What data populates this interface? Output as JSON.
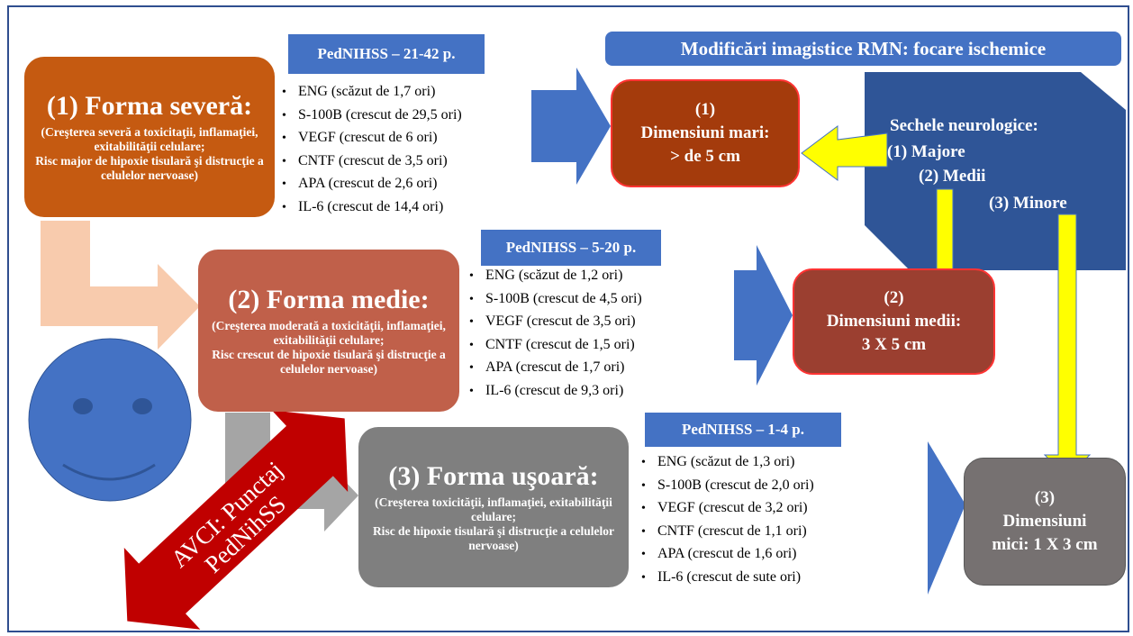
{
  "imaging_header": "Modificări imagistice RMN: focare ischemice",
  "severe": {
    "badge": "PedNIHSS – 21-42 p.",
    "title": "(1) Forma severă:",
    "desc": "(Creşterea severă a toxicitaţii, inflamaţiei, exitabilităţii celulare;\nRisc major de hipoxie tisulară şi distrucţie a celulelor nervoase)",
    "markers": [
      "ENG (scăzut de 1,7 ori)",
      "S-100B (crescut de 29,5 ori)",
      "VEGF (crescut de 6 ori)",
      "CNTF (crescut de 3,5 ori)",
      "APA (crescut de 2,6 ori)",
      "IL-6 (crescut de 14,4 ori)"
    ],
    "dimension": "(1)\nDimensiuni mari:\n> de 5 cm"
  },
  "medium": {
    "badge": "PedNIHSS – 5-20 p.",
    "title": "(2) Forma medie:",
    "desc": "(Creşterea moderată a toxicităţii, inflamaţiei, exitabilităţii celulare;\nRisc crescut de hipoxie tisulară şi distrucţie a celulelor nervoase)",
    "markers": [
      "ENG (scăzut de 1,2 ori)",
      "S-100B (crescut de 4,5 ori)",
      "VEGF (crescut de 3,5 ori)",
      "CNTF (crescut de 1,5 ori)",
      "APA (crescut de 1,7 ori)",
      "IL-6 (crescut de 9,3 ori)"
    ],
    "dimension": "(2)\nDimensiuni medii:\n3 X 5 cm"
  },
  "mild": {
    "badge": "PedNIHSS – 1-4 p.",
    "title": "(3) Forma uşoară:",
    "desc": "(Creşterea toxicităţii, inflamaţiei, exitabilităţii celulare;\nRisc de hipoxie tisulară şi distrucţie a celulelor nervoase)",
    "markers": [
      "ENG (scăzut de 1,3 ori)",
      "S-100B (crescut de 2,0 ori)",
      "VEGF (crescut de 3,2 ori)",
      "CNTF (crescut de 1,1 ori)",
      "APA (crescut de 1,6 ori)",
      "IL-6 (crescut de sute ori)"
    ],
    "dimension": "(3)\nDimensiuni\nmici: 1 X 3 cm"
  },
  "sequelae": {
    "title": "Sechele neurologice:",
    "major": "(1) Majore",
    "medium": "(2) Medii",
    "minor": "(3) Minore"
  },
  "avci_label": "AVCI: Punctaj PedNihSS",
  "colors": {
    "severe": "#c55a11",
    "medium": "#c0604a",
    "mild": "#7f7f7f",
    "badge": "#4472c4",
    "dim_severe": "#a43b0c",
    "dim_medium": "#9b3f30",
    "dim_mild": "#767171",
    "sequelae": "#2f5597",
    "yellow": "#ffff00",
    "avci": "#c00000",
    "smiley": "#4472c4"
  }
}
